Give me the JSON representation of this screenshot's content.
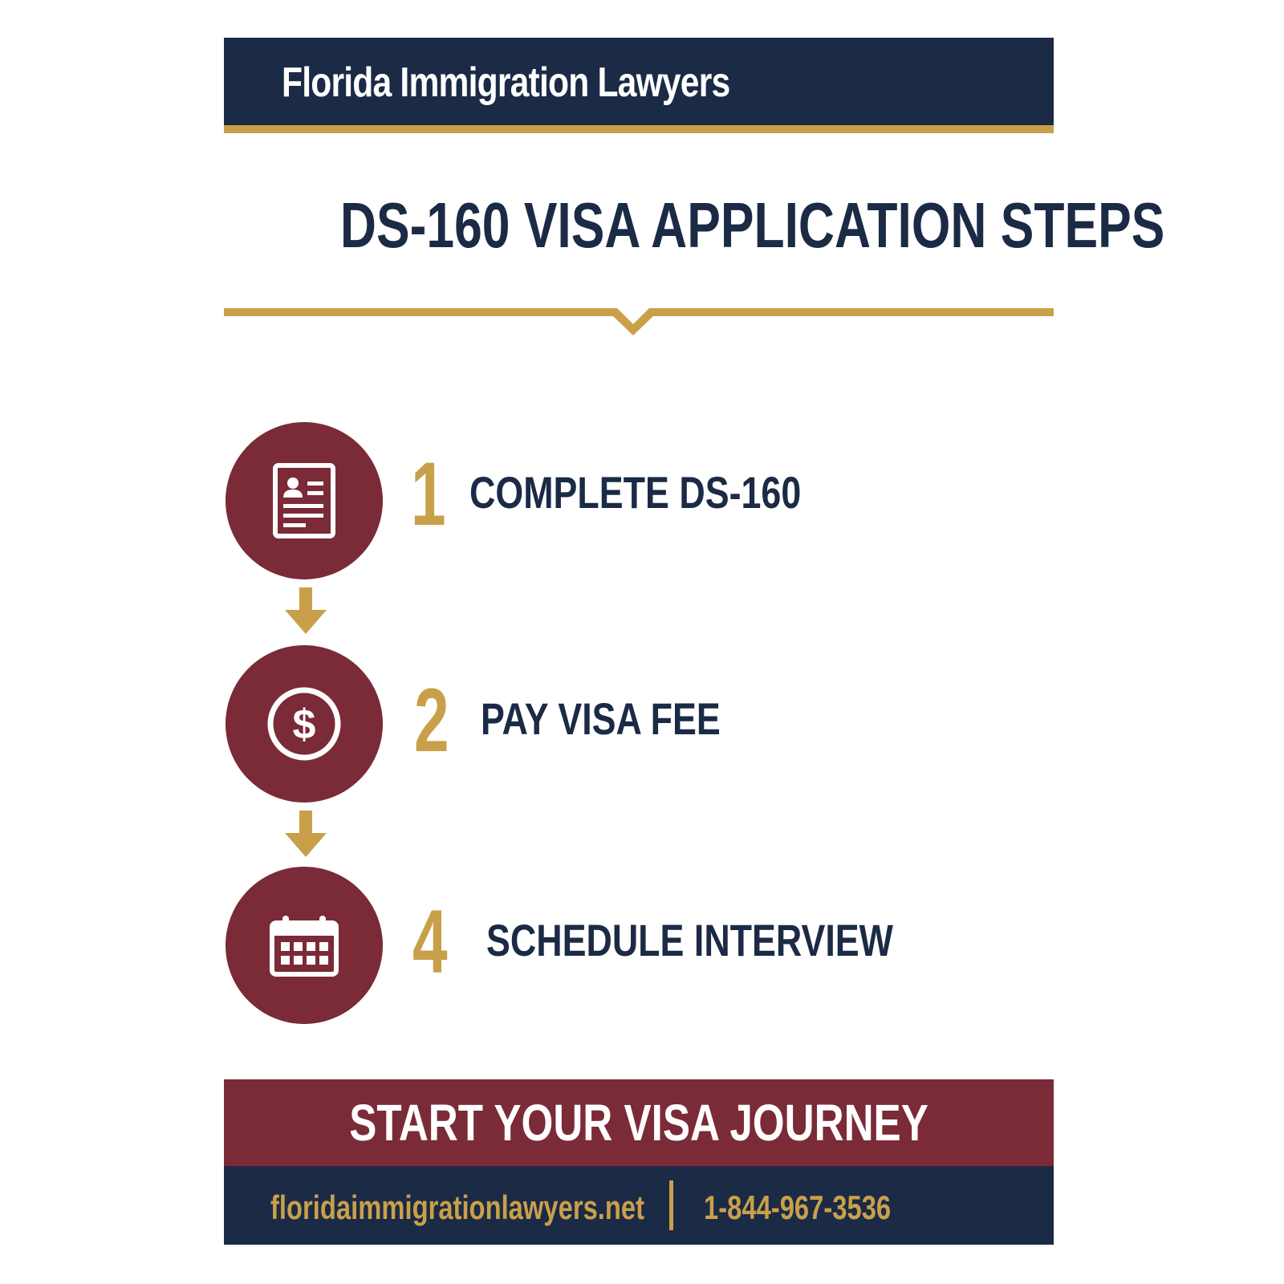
{
  "header": {
    "brand": "Florida Immigration Lawyers"
  },
  "title": "DS-160 VISA APPLICATION STEPS",
  "steps": [
    {
      "number": "1",
      "label": "COMPLETE DS-160",
      "icon": "id-document-icon"
    },
    {
      "number": "2",
      "label": "PAY VISA FEE",
      "icon": "dollar-coin-icon"
    },
    {
      "number": "4",
      "label": "SCHEDULE INTERVIEW",
      "icon": "calendar-icon"
    }
  ],
  "cta": {
    "label": "START YOUR VISA JOURNEY"
  },
  "contact": {
    "website": "floridaimmigrationlawyers.net",
    "phone": "1-844-967-3536"
  },
  "colors": {
    "navy": "#1b2a45",
    "gold": "#c9a04a",
    "maroon": "#7b2a38",
    "background": "#ffffff"
  }
}
